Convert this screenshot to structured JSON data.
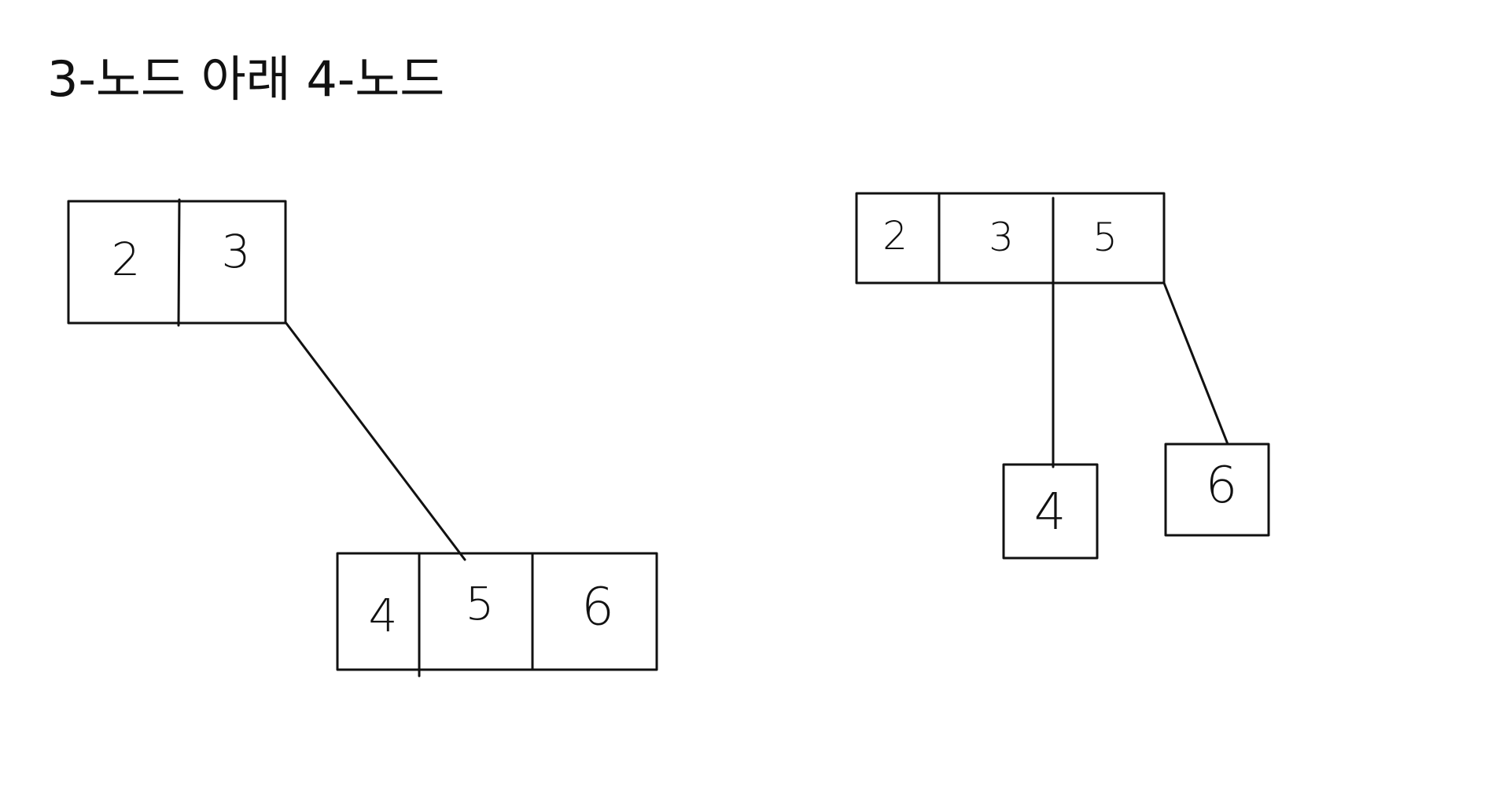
{
  "heading": {
    "text": "3-노드 아래 4-노드"
  },
  "colors": {
    "ink": "#111111",
    "background": "#ffffff"
  },
  "left_tree": {
    "root_keys": [
      "2",
      "3"
    ],
    "child_keys": [
      "4",
      "5",
      "6"
    ]
  },
  "right_tree": {
    "root_keys": [
      "2",
      "3",
      "5"
    ],
    "child_left_keys": [
      "4"
    ],
    "child_right_keys": [
      "6"
    ]
  }
}
